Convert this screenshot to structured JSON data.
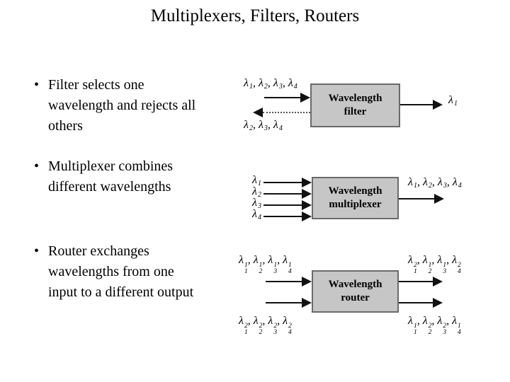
{
  "slide": {
    "title": "Multiplexers, Filters, Routers",
    "bullet_glyph": "•",
    "bullets": [
      {
        "lines": [
          "Filter selects one",
          "wavelength and rejects all",
          "others"
        ]
      },
      {
        "lines": [
          "Multiplexer combines",
          "different wavelengths"
        ]
      },
      {
        "lines": [
          "Router exchanges",
          "wavelengths from one",
          "input to a different output"
        ]
      }
    ]
  },
  "symbols": {
    "lambda": "λ"
  },
  "diagrams": {
    "filter": {
      "box_lines": [
        "Wavelength",
        "filter"
      ],
      "input": [
        {
          "sub": "1"
        },
        {
          "sub": "2"
        },
        {
          "sub": "3"
        },
        {
          "sub": "4"
        }
      ],
      "rejected": [
        {
          "sub": "2"
        },
        {
          "sub": "3"
        },
        {
          "sub": "4"
        }
      ],
      "output": [
        {
          "sub": "1"
        }
      ]
    },
    "multiplexer": {
      "box_lines": [
        "Wavelength",
        "multiplexer"
      ],
      "inputs": [
        [
          {
            "sub": "1"
          }
        ],
        [
          {
            "sub": "2"
          }
        ],
        [
          {
            "sub": "3"
          }
        ],
        [
          {
            "sub": "4"
          }
        ]
      ],
      "output": [
        {
          "sub": "1"
        },
        {
          "sub": "2"
        },
        {
          "sub": "3"
        },
        {
          "sub": "4"
        }
      ]
    },
    "router": {
      "box_lines": [
        "Wavelength",
        "router"
      ],
      "input_top": [
        {
          "sub": "1",
          "sup": "1"
        },
        {
          "sub": "2",
          "sup": "1"
        },
        {
          "sub": "3",
          "sup": "1"
        },
        {
          "sub": "4",
          "sup": "1"
        }
      ],
      "input_bottom": [
        {
          "sub": "1",
          "sup": "2"
        },
        {
          "sub": "2",
          "sup": "2"
        },
        {
          "sub": "3",
          "sup": "2"
        },
        {
          "sub": "4",
          "sup": "2"
        }
      ],
      "output_top": [
        {
          "sub": "1",
          "sup": "2"
        },
        {
          "sub": "2",
          "sup": "1"
        },
        {
          "sub": "3",
          "sup": "1"
        },
        {
          "sub": "4",
          "sup": "2"
        }
      ],
      "output_bottom": [
        {
          "sub": "1",
          "sup": "1"
        },
        {
          "sub": "2",
          "sup": "2"
        },
        {
          "sub": "3",
          "sup": "2"
        },
        {
          "sub": "4",
          "sup": "1"
        }
      ]
    }
  },
  "colors": {
    "background": "#ffffff",
    "text": "#000000",
    "box_fill": "#c6c6c6",
    "box_border": "#6a6a6a",
    "arrow": "#111111"
  }
}
